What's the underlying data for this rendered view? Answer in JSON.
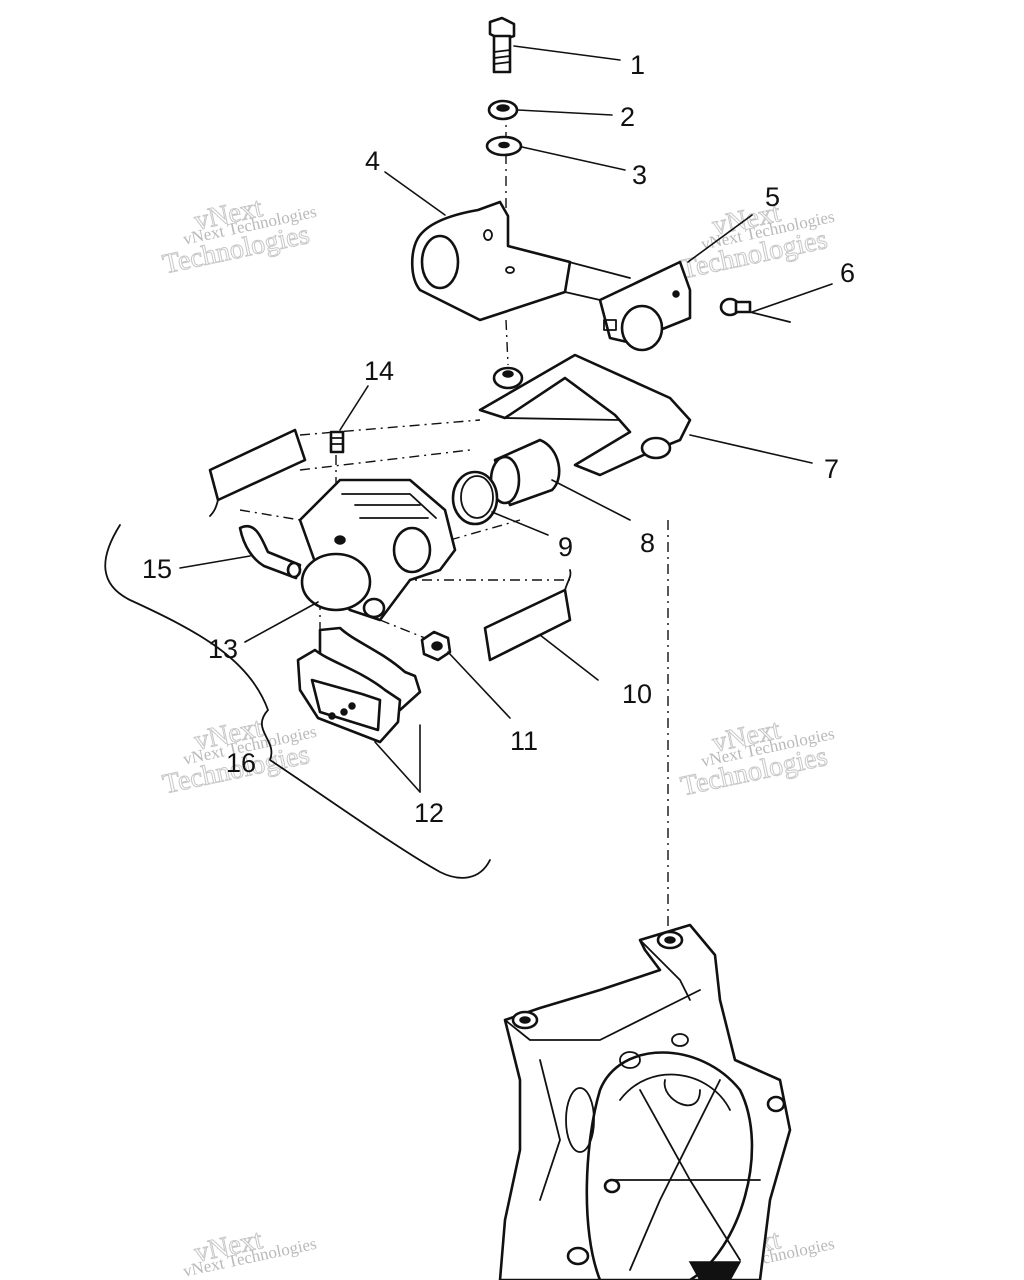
{
  "callouts": [
    {
      "id": "1",
      "text": "1"
    },
    {
      "id": "2",
      "text": "2"
    },
    {
      "id": "3",
      "text": "3"
    },
    {
      "id": "4",
      "text": "4"
    },
    {
      "id": "5",
      "text": "5"
    },
    {
      "id": "6",
      "text": "6"
    },
    {
      "id": "7",
      "text": "7"
    },
    {
      "id": "8",
      "text": "8"
    },
    {
      "id": "9",
      "text": "9"
    },
    {
      "id": "10",
      "text": "10"
    },
    {
      "id": "11",
      "text": "11"
    },
    {
      "id": "12",
      "text": "12"
    },
    {
      "id": "13",
      "text": "13"
    },
    {
      "id": "14",
      "text": "14"
    },
    {
      "id": "15",
      "text": "15"
    },
    {
      "id": "16",
      "text": "16"
    }
  ],
  "watermark": {
    "line1": "vNext Technologies",
    "line2": "vNext",
    "line3": "Technologies"
  },
  "colors": {
    "ink": "#111111",
    "watermark": "#b9b9b9",
    "background": "#ffffff"
  }
}
